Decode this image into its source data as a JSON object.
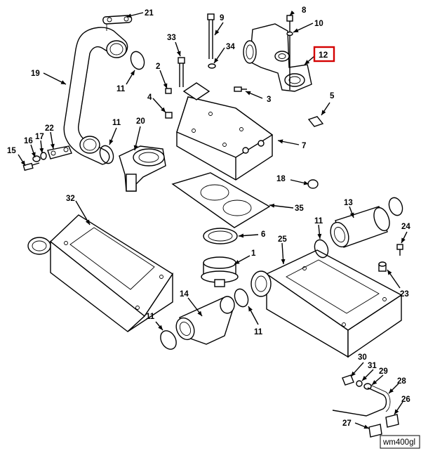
{
  "callouts": {
    "c1": "1",
    "c2": "2",
    "c3": "3",
    "c4": "4",
    "c5": "5",
    "c6": "6",
    "c7": "7",
    "c8": "8",
    "c9": "9",
    "c10": "10",
    "c11a": "11",
    "c11b": "11",
    "c11c": "11",
    "c11d": "11",
    "c11e": "11",
    "c12": "12",
    "c13": "13",
    "c14": "14",
    "c15": "15",
    "c16": "16",
    "c17": "17",
    "c18": "18",
    "c19": "19",
    "c20": "20",
    "c21": "21",
    "c22": "22",
    "c23": "23",
    "c24": "24",
    "c25": "25",
    "c26": "26",
    "c27": "27",
    "c28": "28",
    "c29": "29",
    "c30": "30",
    "c31": "31",
    "c32": "32",
    "c33": "33",
    "c34": "34",
    "c35": "35"
  },
  "highlighted_callout": "12",
  "highlight_color": "#d40000",
  "figure_ref": "wm400gl"
}
